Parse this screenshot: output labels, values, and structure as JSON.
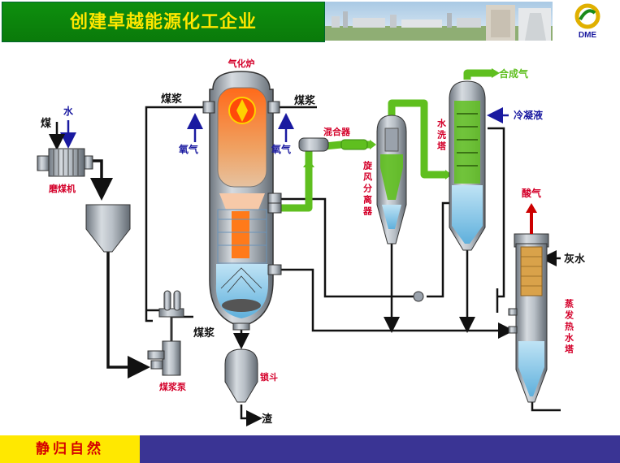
{
  "header": {
    "title": "创建卓越能源化工企业",
    "logo_text": "DME"
  },
  "footer": {
    "motto": "静归自然"
  },
  "diagram": {
    "labels": {
      "gasifier": "气化炉",
      "coal_slurry_left": "煤浆",
      "coal_slurry_right": "煤浆",
      "oxygen_left": "氧气",
      "oxygen_right": "氧气",
      "coal": "煤",
      "water": "水",
      "coal_mill": "磨煤机",
      "coal_slurry_pump_feed": "煤浆",
      "coal_slurry_pump": "煤浆泵",
      "lock_hopper": "锁斗",
      "slag": "渣",
      "mixer": "混合器",
      "cyclone": "旋风分离器",
      "scrubber": "水洗塔",
      "syngas": "合成气",
      "condensate": "冷凝液",
      "acid_gas": "酸气",
      "ash_water": "灰水",
      "evaporator": "蒸发热水塔"
    }
  },
  "colors": {
    "title_bg": "#0a7a0a",
    "title_text": "#ffe600",
    "footer_left_bg": "#ffe800",
    "footer_text": "#d40000",
    "footer_right_bg": "#3a3494",
    "label_red": "#d4002a",
    "label_blue": "#1a1aa0",
    "pipe_green": "#5fbf1f",
    "vessel_grey": "#9aa2ac"
  }
}
